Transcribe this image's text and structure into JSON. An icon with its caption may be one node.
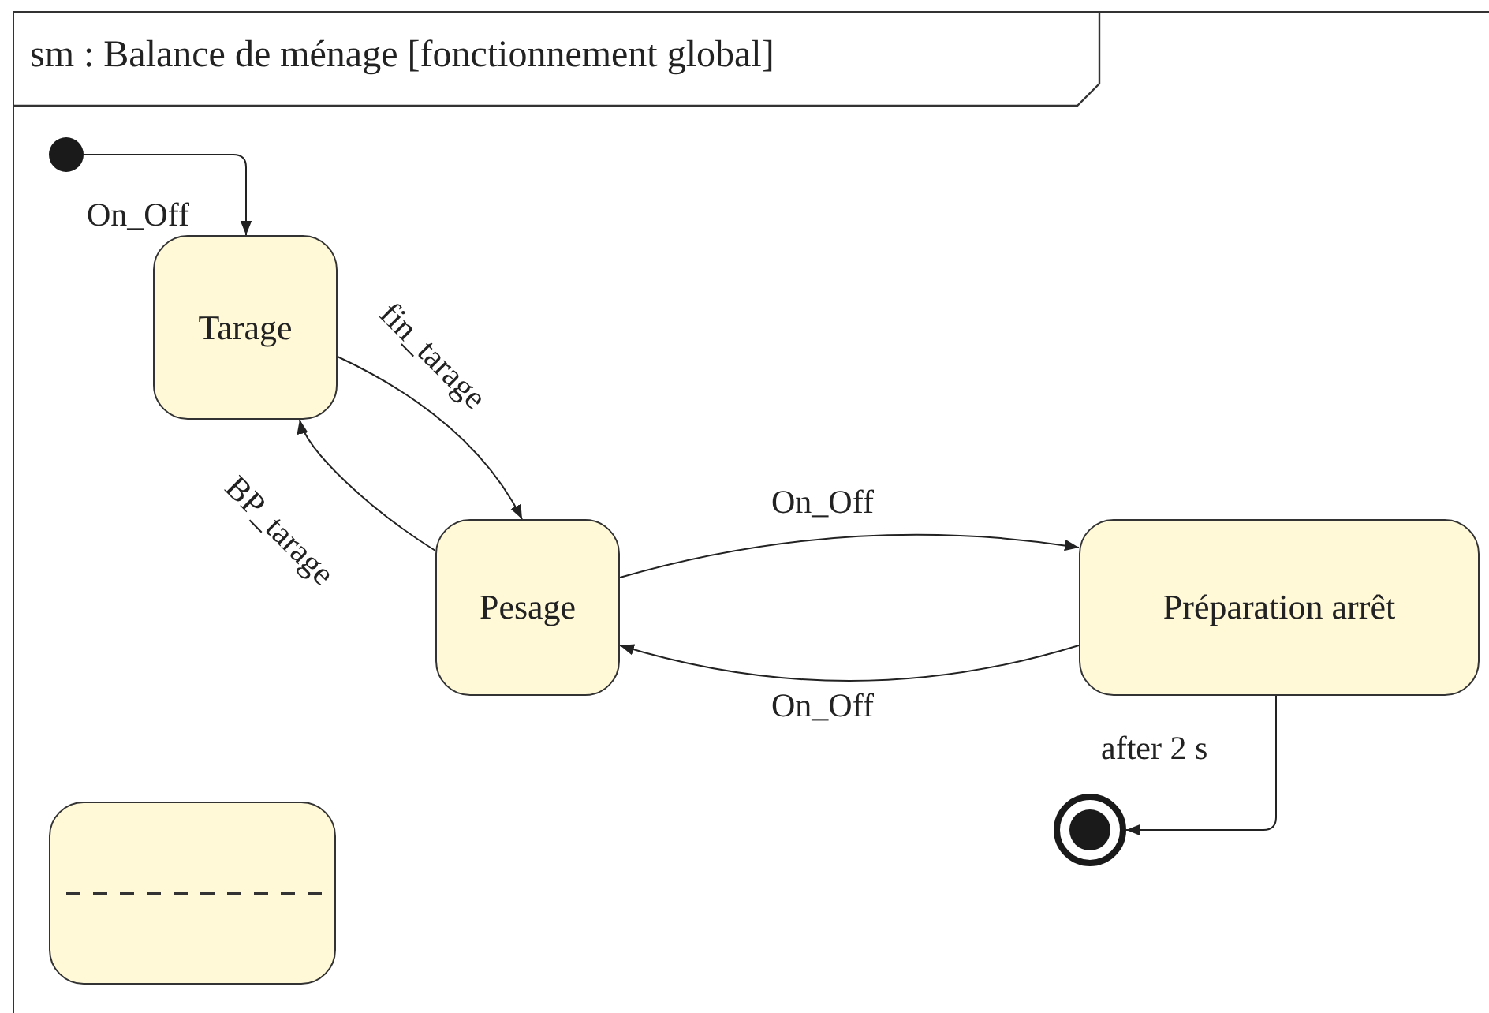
{
  "diagram": {
    "nodes": [
      {
        "text": [
          "sm : Balance de ménage [fonctionnement global]"
        ]
      },
      {
        "text": [],
        "shape": "circle",
        "in": 0
      },
      {
        "text": [
          "Tarage"
        ],
        "in": 0
      },
      {
        "text": [
          "Pesage"
        ],
        "in": 0
      },
      {
        "text": [
          "Préparation arrêt"
        ],
        "in": 0
      },
      {
        "text": [],
        "shape": "circle",
        "in": 0
      },
      {
        "text": [],
        "shape": "box",
        "in": 0
      }
    ],
    "edges": [
      {
        "from": 1,
        "to": 2,
        "arrow": "to",
        "label": "On_Off"
      },
      {
        "from": 2,
        "to": 3,
        "arrow": "to",
        "label": "fin_tarage"
      },
      {
        "from": 3,
        "to": 2,
        "arrow": "to",
        "label": "BP_tarage"
      },
      {
        "from": 3,
        "to": 4,
        "arrow": "to",
        "label": "On_Off"
      },
      {
        "from": 4,
        "to": 3,
        "arrow": "to",
        "label": "On_Off"
      },
      {
        "from": 4,
        "to": 5,
        "arrow": "to",
        "label": "after 2 s"
      }
    ]
  }
}
